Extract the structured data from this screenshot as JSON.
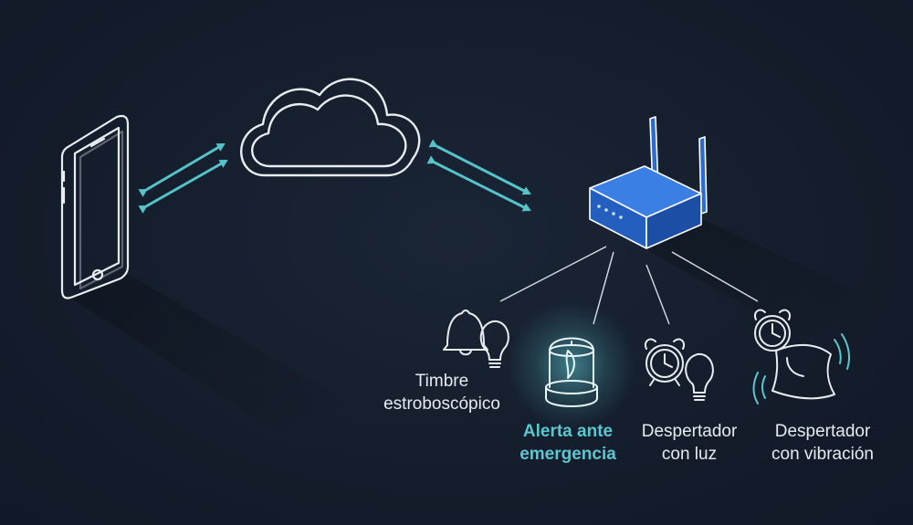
{
  "devices": [
    {
      "id": "doorbell",
      "line1": "Timbre",
      "line2": "estroboscópico",
      "highlighted": false
    },
    {
      "id": "emergency",
      "line1": "Alerta ante",
      "line2": "emergencia",
      "highlighted": true
    },
    {
      "id": "light-alarm",
      "line1": "Despertador",
      "line2": "con luz",
      "highlighted": false
    },
    {
      "id": "vibration-alarm",
      "line1": "Despertador",
      "line2": "con vibración",
      "highlighted": false
    }
  ],
  "colors": {
    "background": "#141d2b",
    "outline": "#e8edf2",
    "accent": "#5cc6cf",
    "arrow": "#56c3c9",
    "router": "#2b6bd3"
  },
  "icons": [
    "smartphone-icon",
    "cloud-icon",
    "router-icon",
    "bell-icon",
    "lightbulb-icon",
    "siren-icon",
    "alarm-clock-icon",
    "pillow-icon"
  ]
}
